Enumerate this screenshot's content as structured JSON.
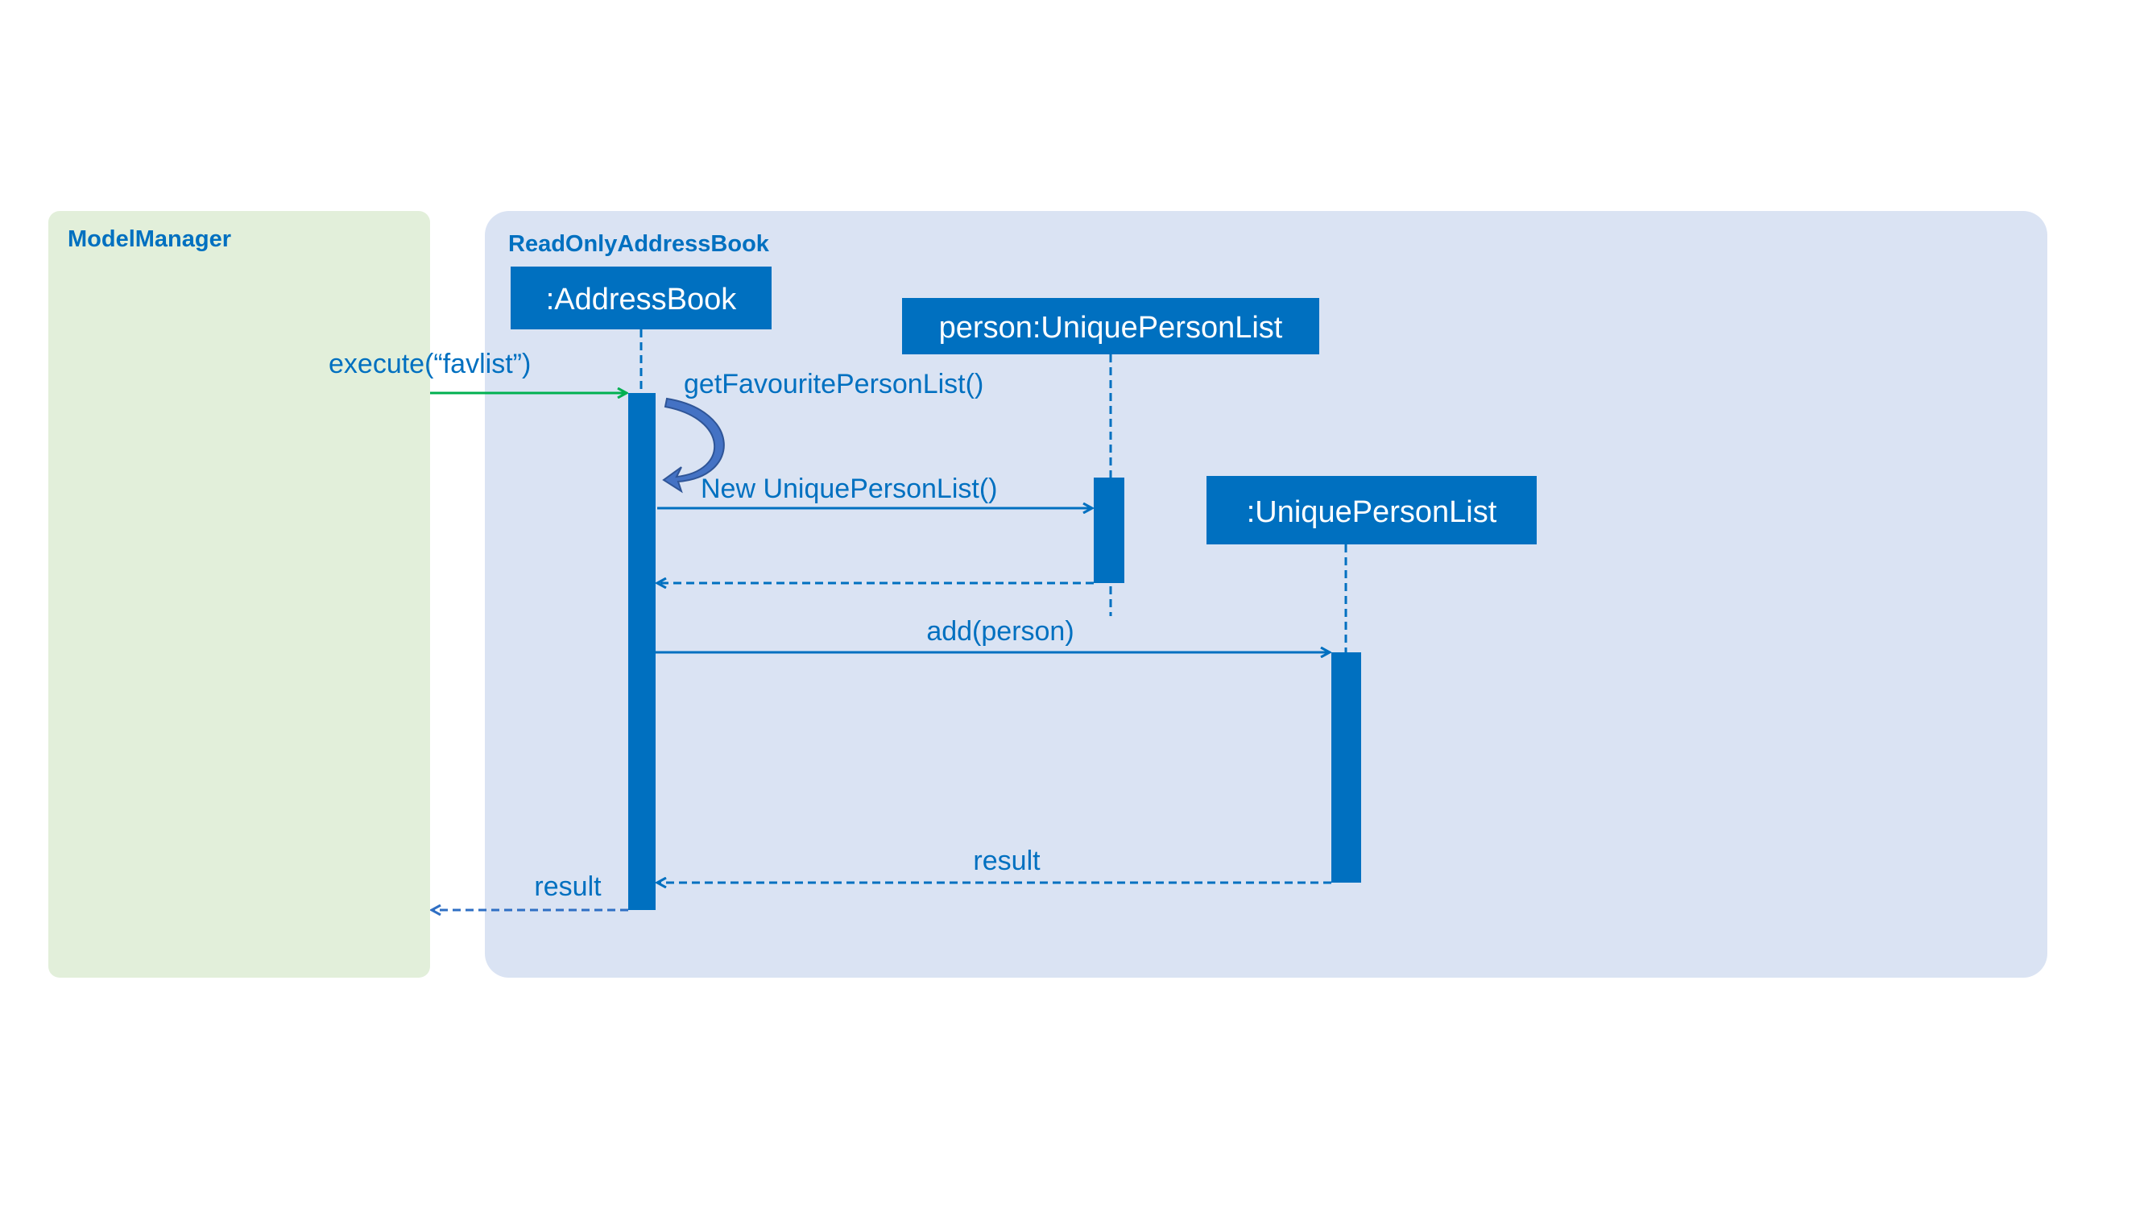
{
  "frames": {
    "model_manager": "ModelManager",
    "read_only_address_book": "ReadOnlyAddressBook"
  },
  "lifelines": {
    "address_book": ":AddressBook",
    "person_list": "person:UniquePersonList",
    "new_list": ":UniquePersonList"
  },
  "messages": {
    "execute": "execute(“favlist”)",
    "get_favourite": "getFavouritePersonList()",
    "new_list": "New UniquePersonList()",
    "add_person": "add(person)",
    "result_inner": "result",
    "result_outer": "result"
  },
  "colors": {
    "primary": "#0070C0",
    "call_arrow": "#00B050",
    "model_frame": "#E2EFDA",
    "address_frame": "#DAE3F3",
    "self_call": "#4472C4"
  }
}
